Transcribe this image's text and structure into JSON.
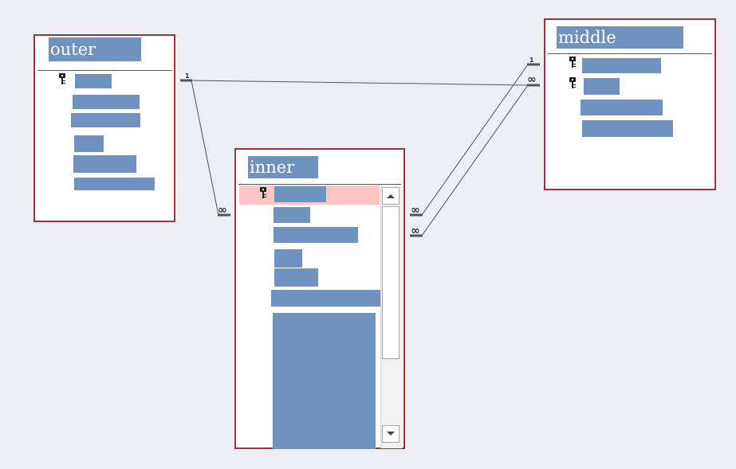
{
  "tables": {
    "outer": {
      "name": "outer"
    },
    "inner": {
      "name": "inner"
    },
    "middle": {
      "name": "middle"
    }
  },
  "relationships": [
    {
      "from": "outer",
      "to": "inner",
      "from_cardinality": "1",
      "to_cardinality": "∞"
    },
    {
      "from": "outer",
      "to": "middle",
      "from_cardinality": "1",
      "to_cardinality": "∞"
    },
    {
      "from": "inner",
      "to": "middle",
      "from_cardinality": "∞",
      "to_cardinality": "1"
    },
    {
      "from": "inner",
      "to": "middle",
      "from_cardinality": "∞",
      "to_cardinality": "∞"
    }
  ],
  "colors": {
    "background": "#ebeef2",
    "table_border": "#a0323a",
    "field_fill": "#7092be",
    "selected_row": "#ffc5c5",
    "line": "#555555"
  },
  "icons": {
    "primary_key": "key-icon",
    "scroll_up": "triangle-up-icon",
    "scroll_down": "triangle-down-icon"
  }
}
